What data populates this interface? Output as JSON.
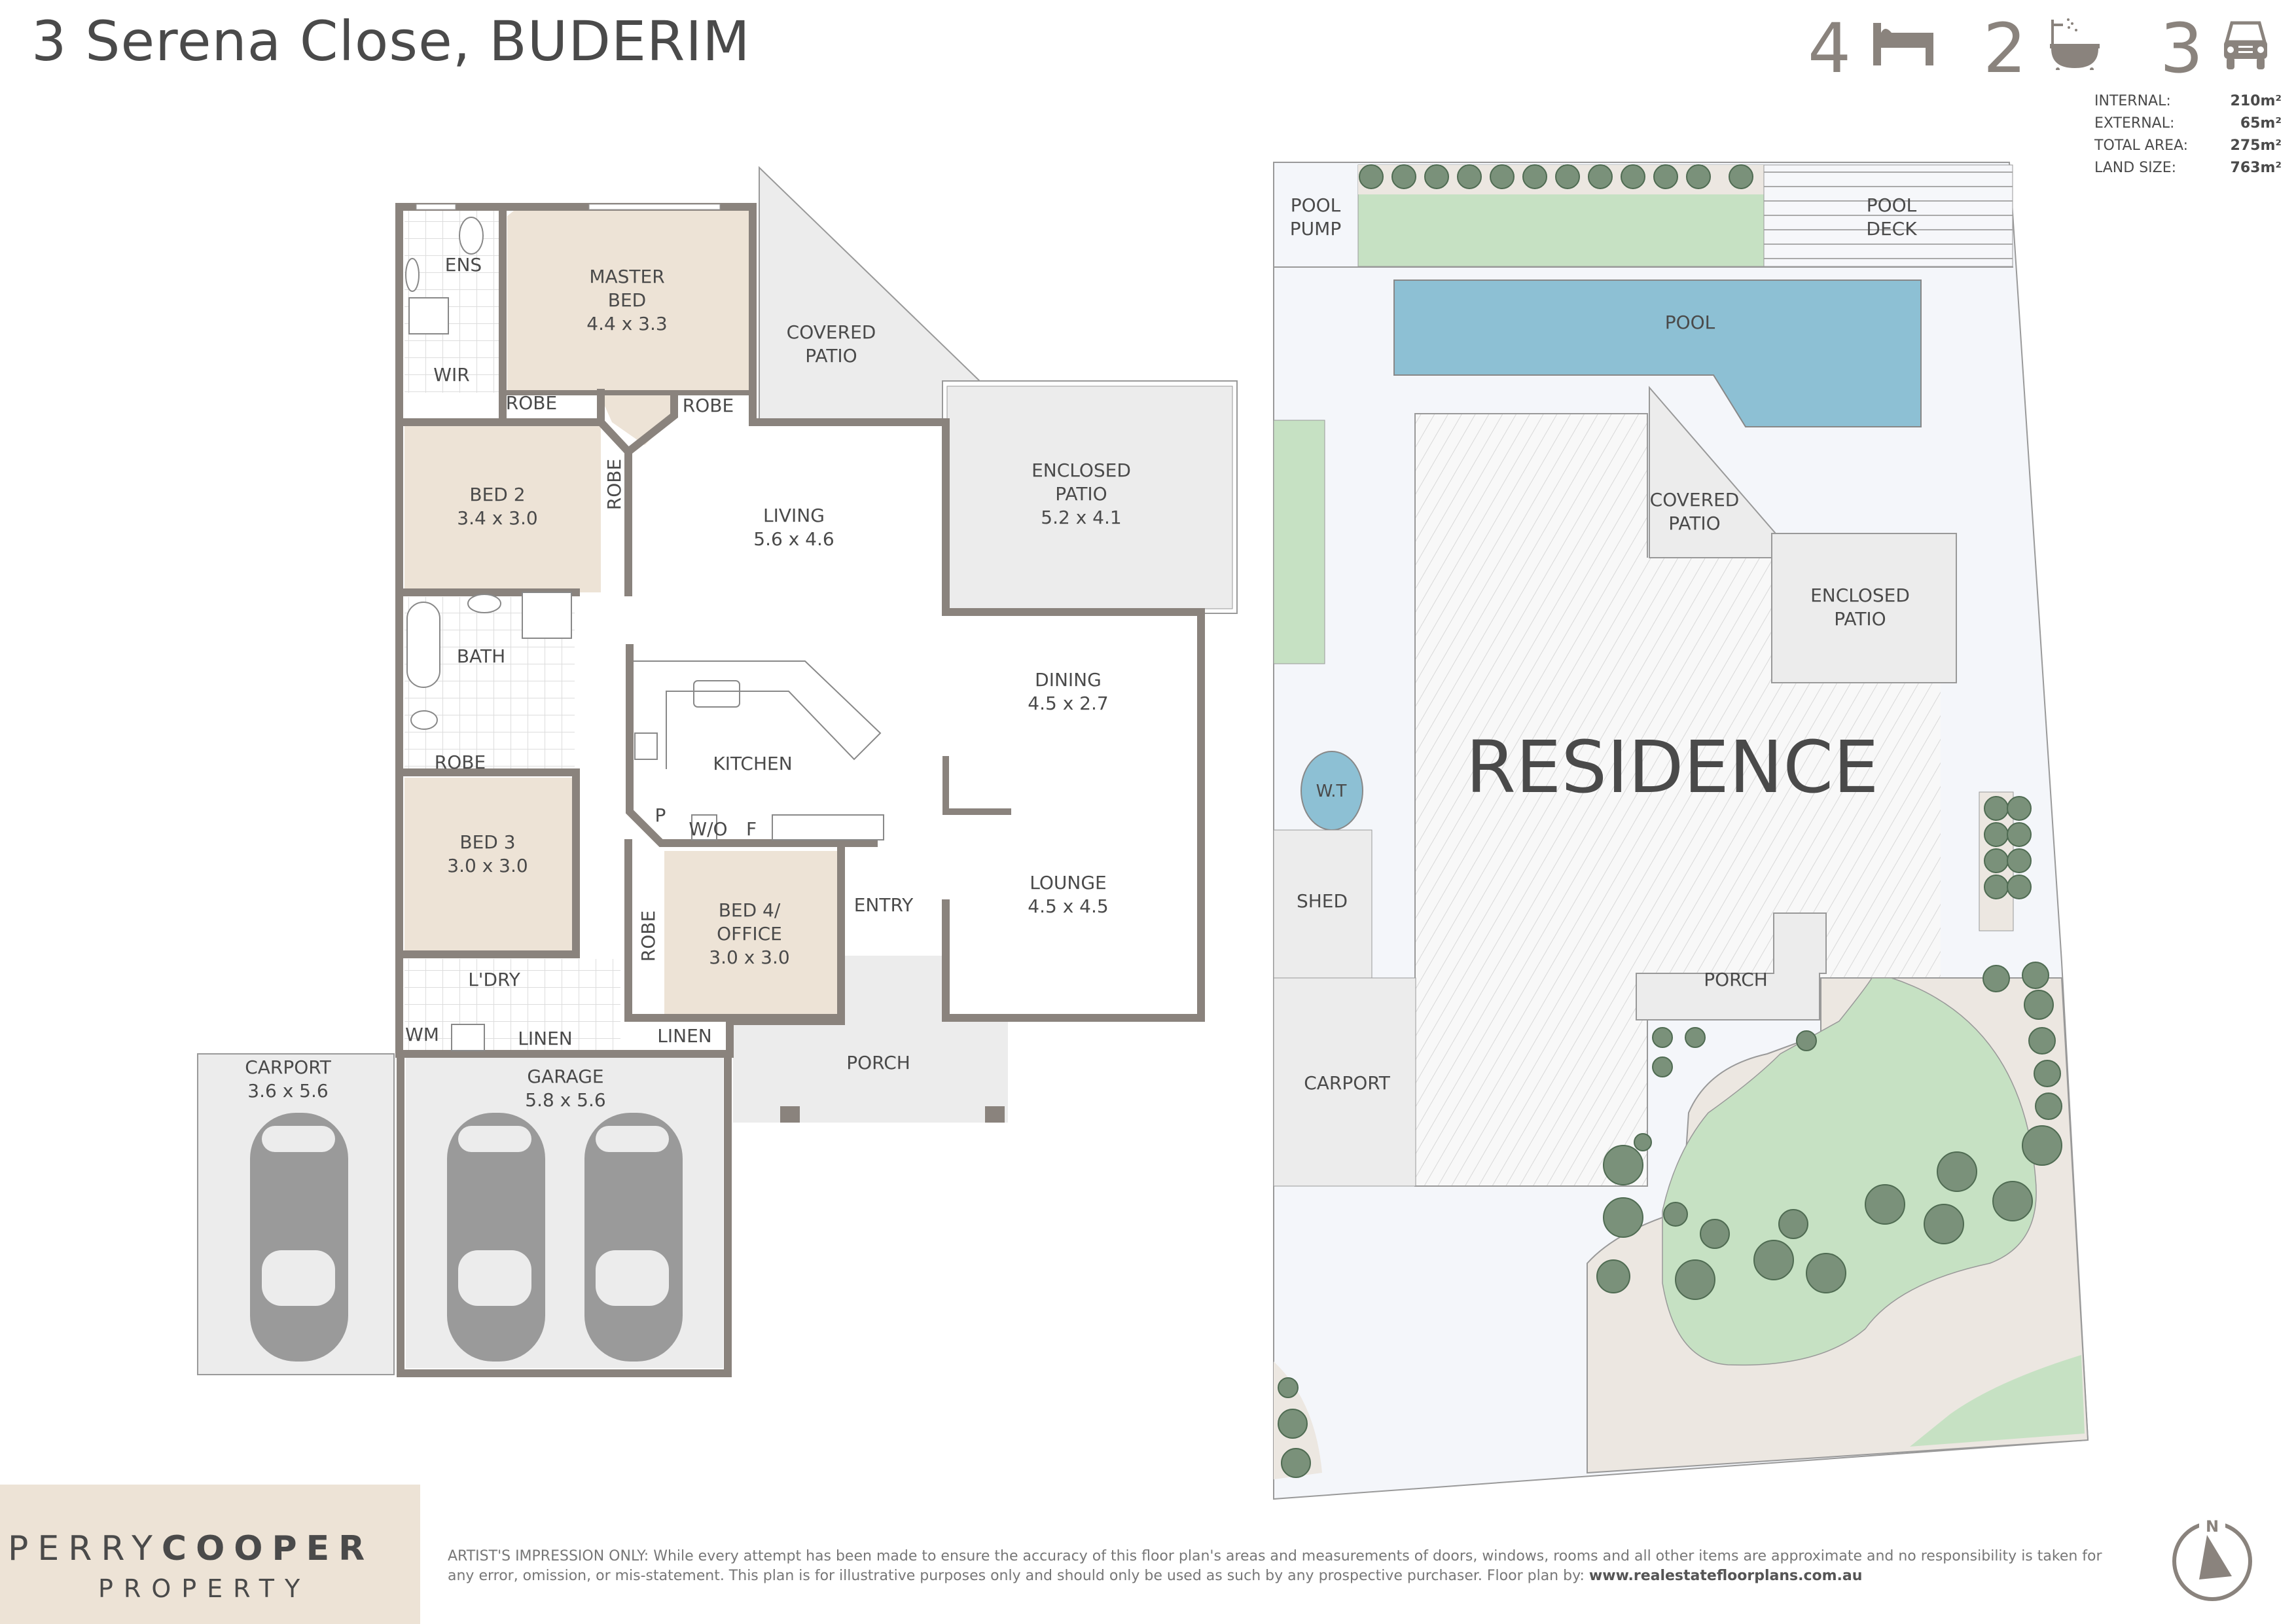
{
  "header": {
    "title": "3 Serena Close, BUDERIM"
  },
  "stats": {
    "bedrooms": "4",
    "bathrooms": "2",
    "car_spaces": "3",
    "icons": [
      "bed-icon",
      "bathtub-icon",
      "car-icon"
    ]
  },
  "areas": [
    {
      "label": "INTERNAL:",
      "value": "210m²"
    },
    {
      "label": "EXTERNAL:",
      "value": "65m²"
    },
    {
      "label": "TOTAL AREA:",
      "value": "275m²"
    },
    {
      "label": "LAND SIZE:",
      "value": "763m²"
    }
  ],
  "floor_plan": {
    "rooms": {
      "ens": {
        "name": "ENS"
      },
      "master": {
        "name": "MASTER",
        "name2": "BED",
        "size": "4.4 x 3.3"
      },
      "wir": {
        "name": "WIR"
      },
      "robe_master_left": {
        "name": "ROBE"
      },
      "robe_master_right": {
        "name": "ROBE"
      },
      "covered_patio": {
        "name": "COVERED",
        "name2": "PATIO"
      },
      "bed2": {
        "name": "BED 2",
        "size": "3.4 x 3.0"
      },
      "robe_bed2": {
        "name": "ROBE"
      },
      "living": {
        "name": "LIVING",
        "size": "5.6 x 4.6"
      },
      "enclosed_patio": {
        "name": "ENCLOSED",
        "name2": "PATIO",
        "size": "5.2 x 4.1"
      },
      "bath": {
        "name": "BATH"
      },
      "dining": {
        "name": "DINING",
        "size": "4.5 x 2.7"
      },
      "kitchen": {
        "name": "KITCHEN"
      },
      "pantry": {
        "name": "P"
      },
      "wall_oven": {
        "name": "W/O"
      },
      "fridge": {
        "name": "F"
      },
      "robe_bed3": {
        "name": "ROBE"
      },
      "bed3": {
        "name": "BED 3",
        "size": "3.0 x 3.0"
      },
      "bed4": {
        "name": "BED 4/",
        "name2": "OFFICE",
        "size": "3.0 x 3.0"
      },
      "robe_bed4": {
        "name": "ROBE"
      },
      "entry": {
        "name": "ENTRY"
      },
      "lounge": {
        "name": "LOUNGE",
        "size": "4.5 x 4.5"
      },
      "laundry": {
        "name": "L'DRY"
      },
      "wm": {
        "name": "WM"
      },
      "linen1": {
        "name": "LINEN"
      },
      "linen2": {
        "name": "LINEN"
      },
      "porch": {
        "name": "PORCH"
      },
      "carport": {
        "name": "CARPORT",
        "size": "3.6 x 5.6"
      },
      "garage": {
        "name": "GARAGE",
        "size": "5.8 x 5.6"
      }
    }
  },
  "site_plan": {
    "pool_pump": {
      "name": "POOL",
      "name2": "PUMP"
    },
    "pool_deck": {
      "name": "POOL",
      "name2": "DECK"
    },
    "pool": {
      "name": "POOL"
    },
    "covered_patio": {
      "name": "COVERED",
      "name2": "PATIO"
    },
    "enclosed_patio": {
      "name": "ENCLOSED",
      "name2": "PATIO"
    },
    "residence": {
      "name": "RESIDENCE"
    },
    "water_tank": {
      "name": "W.T"
    },
    "shed": {
      "name": "SHED"
    },
    "porch": {
      "name": "PORCH"
    },
    "carport": {
      "name": "CARPORT"
    }
  },
  "footer": {
    "brand_light": "PERRY",
    "brand_bold": "COOPER",
    "brand_sub": "PROPERTY",
    "disclaimer": "ARTIST'S IMPRESSION ONLY: While every attempt has been made to ensure the accuracy of this floor plan's areas and measurements of doors, windows, rooms and all other items are approximate and no responsibility is taken for any error, omission, or mis-statement. This plan is for illustrative purposes only and should only be used as such by any prospective purchaser. Floor plan by: ",
    "credit_url": "www.realestatefloorplans.com.au",
    "compass_label": "N"
  },
  "colors": {
    "wall": "#8a837d",
    "bedroom_fill": "#ede3d6",
    "outdoor_fill": "#ececec",
    "lawn": "#c6e1c3",
    "pool": "#8dc0d4",
    "shrub": "#7a917a",
    "garden_bed": "#ece7e1",
    "site_ground": "#f4f6fa",
    "text": "#4a4a4a"
  }
}
